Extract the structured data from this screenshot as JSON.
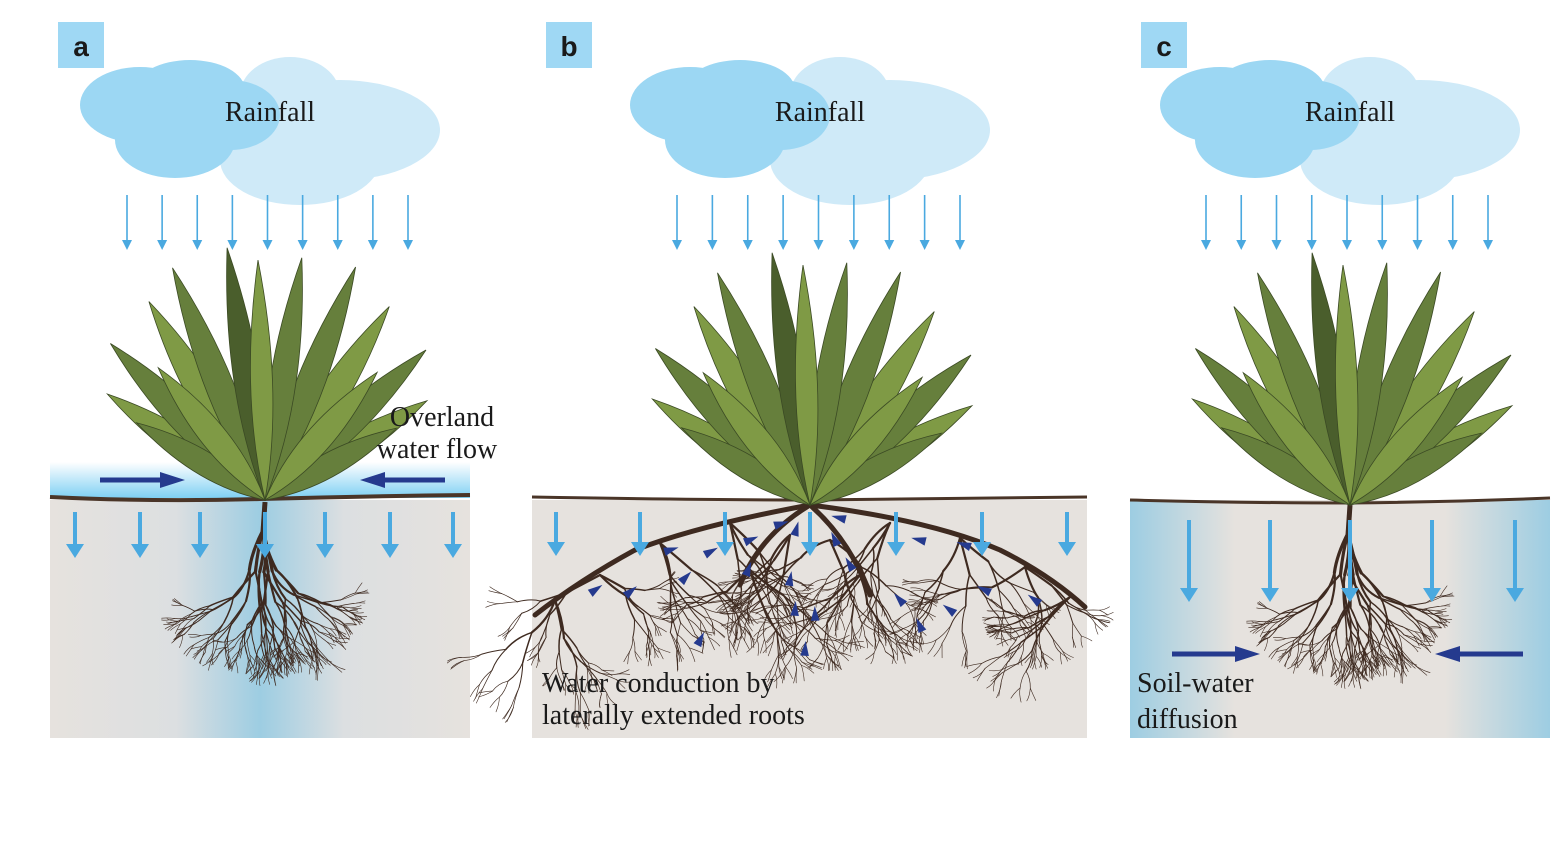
{
  "panels": [
    {
      "letter": "a",
      "cloud_label": "Rainfall",
      "caption_lines": [
        "Overland",
        "water flow"
      ]
    },
    {
      "letter": "b",
      "cloud_label": "Rainfall",
      "caption_lines": [
        "Water conduction by",
        "laterally extended roots"
      ]
    },
    {
      "letter": "c",
      "cloud_label": "Rainfall",
      "caption_lines": [
        "Soil-water",
        "diffusion"
      ]
    }
  ],
  "colors": {
    "label_box": "#9fd8f4",
    "cloud_dark": "#9cd7f3",
    "cloud_light": "#cfeaf8",
    "rain_arrow": "#4aa9e0",
    "flow_arrow": "#253a8e",
    "soil": "#e6e2de",
    "soil_wet": "#9dcde2",
    "ground_line": "#4a3528",
    "root": "#3e2a20",
    "leaf_light": "#7f9a45",
    "leaf_mid": "#667f3c",
    "leaf_dark": "#4a5e2c",
    "leaf_edge": "#3b4a24"
  }
}
